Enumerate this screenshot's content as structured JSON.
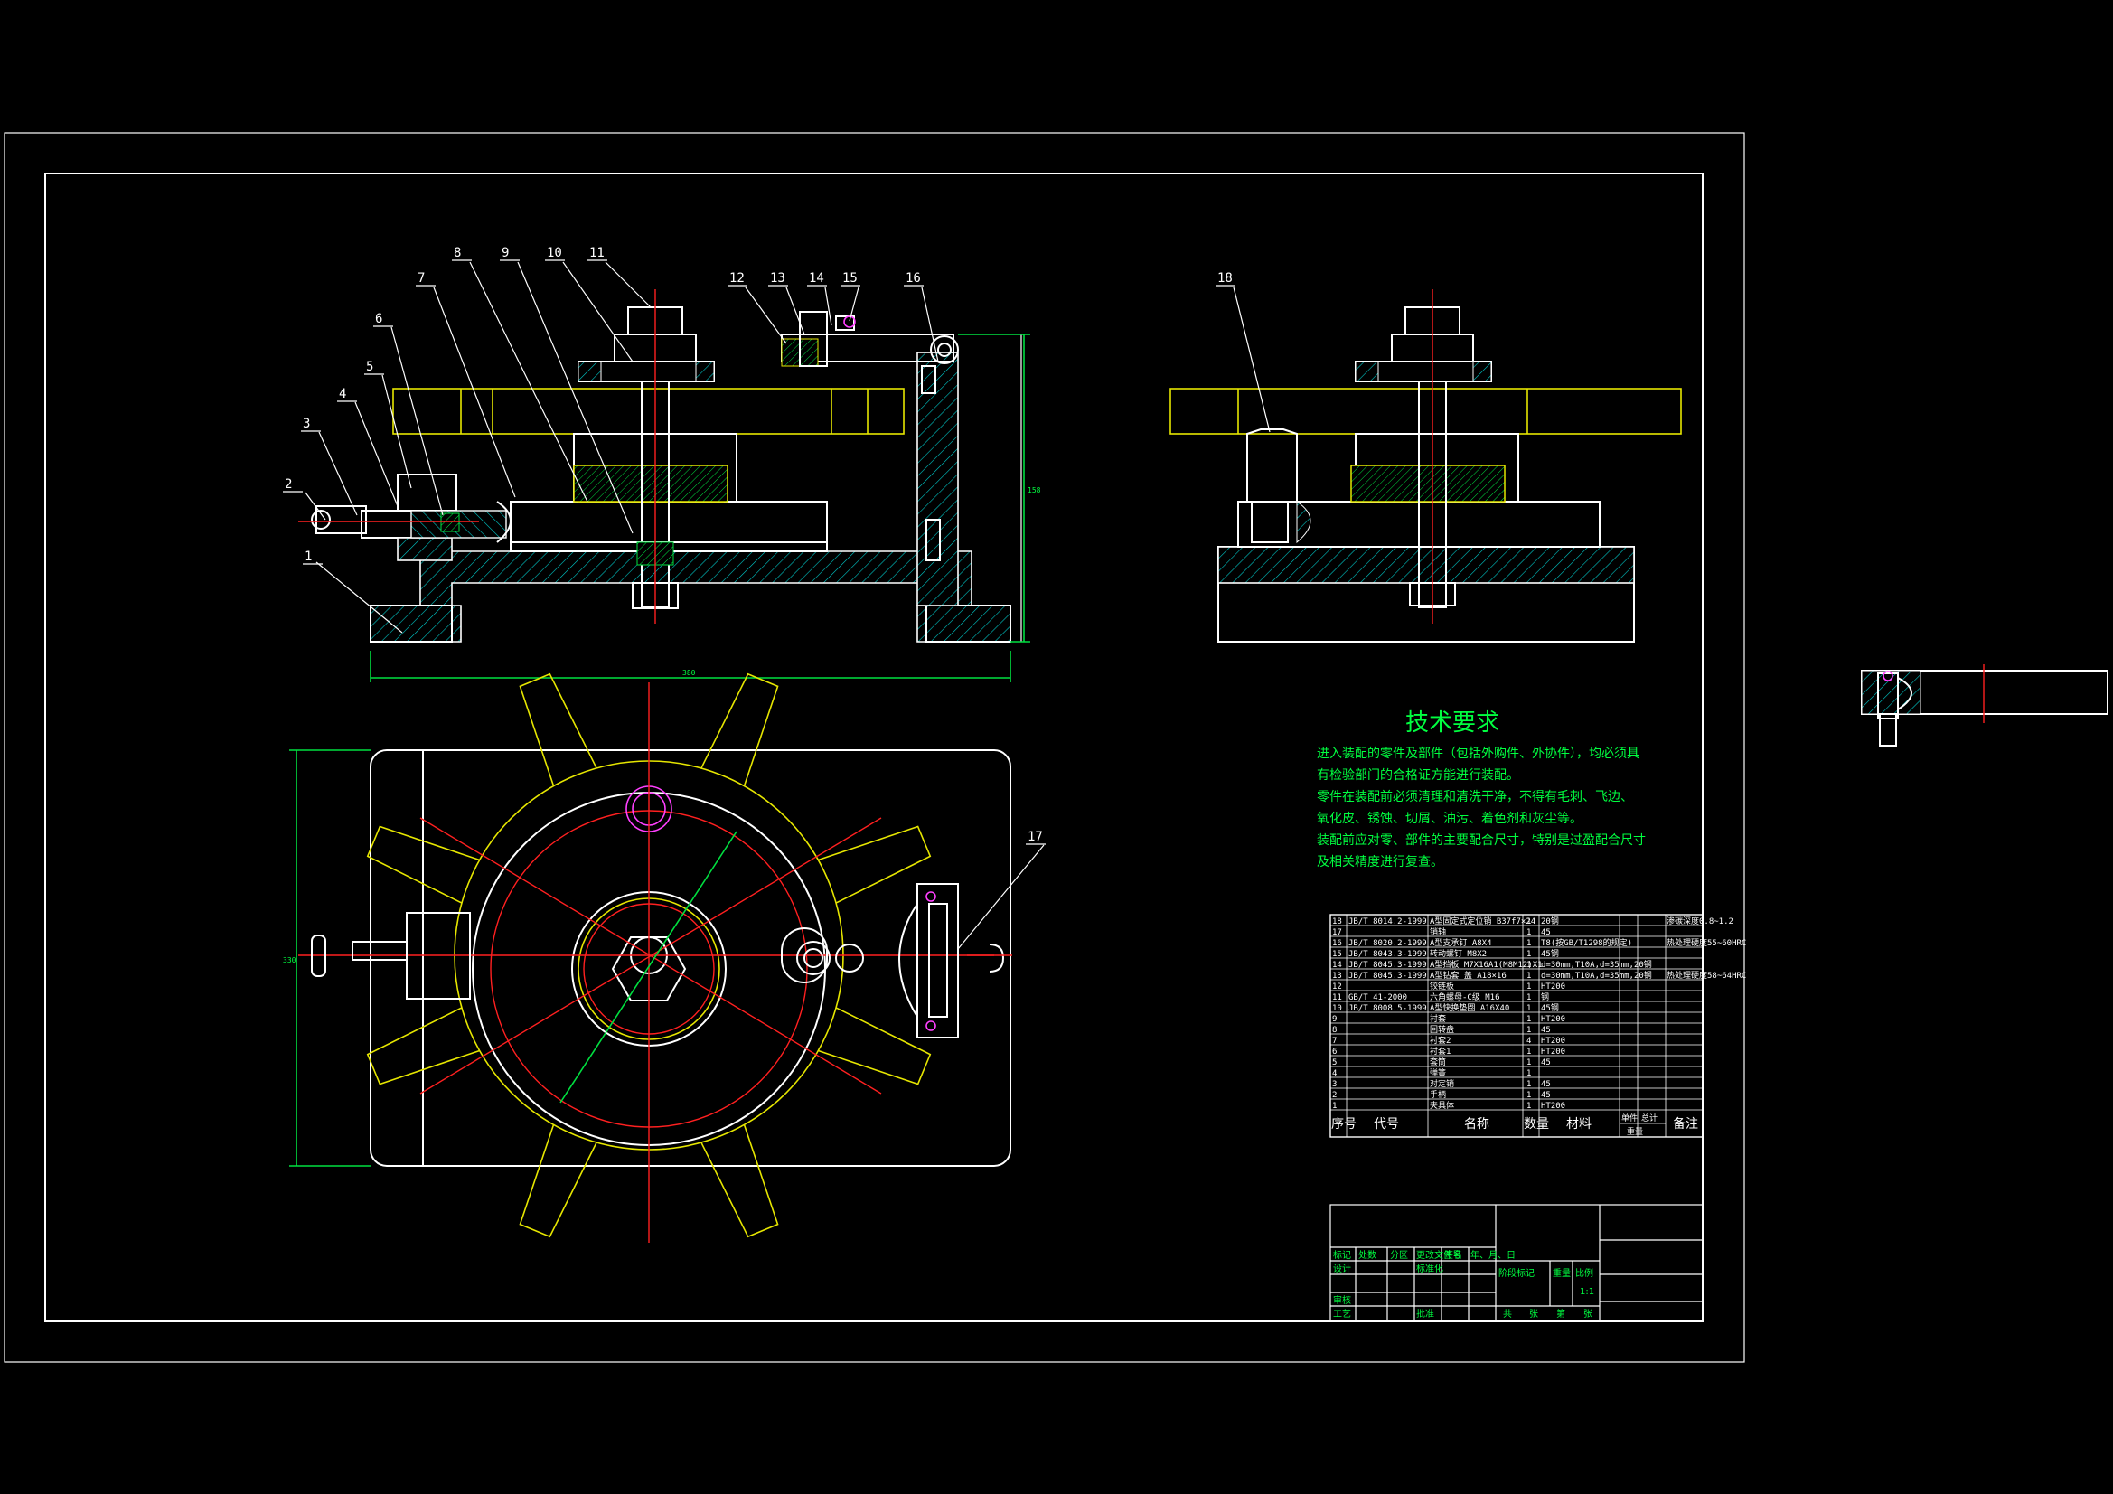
{
  "colors": {
    "background": "#000000",
    "outline": "#ffffff",
    "centerline": "#ff2020",
    "hidden": "#e6e600",
    "hatch": "#00c8c8",
    "text_green": "#00ff40",
    "accent_magenta": "#ff40ff"
  },
  "balloons": [
    "1",
    "2",
    "3",
    "4",
    "5",
    "6",
    "7",
    "8",
    "9",
    "10",
    "11",
    "12",
    "13",
    "14",
    "15",
    "16",
    "17",
    "18"
  ],
  "dimensions": {
    "height": "158",
    "width": "380",
    "plan_height": "330"
  },
  "tech": {
    "title": "技术要求",
    "lines": [
      "进入装配的零件及部件（包括外购件、外协件），均必须具",
      "有检验部门的合格证方能进行装配。",
      "零件在装配前必须清理和清洗干净，不得有毛刺、飞边、",
      "氧化皮、锈蚀、切屑、油污、着色剂和灰尘等。",
      "装配前应对零、部件的主要配合尺寸，特别是过盈配合尺寸",
      "及相关精度进行复查。"
    ]
  },
  "bom": {
    "headers": {
      "no": "序号",
      "code": "代号",
      "name": "名称",
      "qty": "数量",
      "material": "材料",
      "unit_weight": "单件",
      "total_weight": "总计",
      "weight": "重量",
      "remark": "备注"
    },
    "rows": [
      {
        "no": "18",
        "code": "JB/T 8014.2-1999",
        "name": "A型固定式定位销 B37f7×24",
        "qty": "1",
        "material": "20钢",
        "remark": "渗碳深度0.8~1.2"
      },
      {
        "no": "17",
        "code": "",
        "name": "销轴",
        "qty": "1",
        "material": "45",
        "remark": ""
      },
      {
        "no": "16",
        "code": "JB/T 8020.2-1999",
        "name": "A型支承钉 A8X4",
        "qty": "1",
        "material": "T8(按GB/T1298的规定)",
        "remark": "热处理硬度55~60HRC"
      },
      {
        "no": "15",
        "code": "JB/T 8043.3-1999",
        "name": "转动螺钉 M8X2",
        "qty": "1",
        "material": "45钢",
        "remark": ""
      },
      {
        "no": "14",
        "code": "JB/T 8045.3-1999",
        "name": "A型挡板 M7X16A1(M8M12)X1",
        "qty": "1",
        "material": "d=30mm,T10A,d=35mm,20钢",
        "remark": ""
      },
      {
        "no": "13",
        "code": "JB/T 8045.3-1999",
        "name": "A型钻套 盖 A18×16",
        "qty": "1",
        "material": "d=30mm,T10A,d=35mm,20钢",
        "remark": "热处理硬度58~64HRC"
      },
      {
        "no": "12",
        "code": "",
        "name": "铰链板",
        "qty": "1",
        "material": "HT200",
        "remark": ""
      },
      {
        "no": "11",
        "code": "GB/T 41-2000",
        "name": "六角螺母-C级 M16",
        "qty": "1",
        "material": "钢",
        "remark": ""
      },
      {
        "no": "10",
        "code": "JB/T 8008.5-1999",
        "name": "A型快换垫圈 A16X40",
        "qty": "1",
        "material": "45钢",
        "remark": ""
      },
      {
        "no": "9",
        "code": "",
        "name": "衬套",
        "qty": "1",
        "material": "HT200",
        "remark": ""
      },
      {
        "no": "8",
        "code": "",
        "name": "回转盘",
        "qty": "1",
        "material": "45",
        "remark": ""
      },
      {
        "no": "7",
        "code": "",
        "name": "衬套2",
        "qty": "4",
        "material": "HT200",
        "remark": ""
      },
      {
        "no": "6",
        "code": "",
        "name": "衬套1",
        "qty": "1",
        "material": "HT200",
        "remark": ""
      },
      {
        "no": "5",
        "code": "",
        "name": "套筒",
        "qty": "1",
        "material": "45",
        "remark": ""
      },
      {
        "no": "4",
        "code": "",
        "name": "弹簧",
        "qty": "1",
        "material": "",
        "remark": ""
      },
      {
        "no": "3",
        "code": "",
        "name": "对定销",
        "qty": "1",
        "material": "45",
        "remark": ""
      },
      {
        "no": "2",
        "code": "",
        "name": "手柄",
        "qty": "1",
        "material": "45",
        "remark": ""
      },
      {
        "no": "1",
        "code": "",
        "name": "夹具体",
        "qty": "1",
        "material": "HT200",
        "remark": ""
      }
    ]
  },
  "title_block": {
    "row1": [
      "标记",
      "处数",
      "分区",
      "更改文件号",
      "签名",
      "年、月、日"
    ],
    "design": "设计",
    "standard": "标准化",
    "stage": "阶段标记",
    "weight": "重量",
    "scale_label": "比例",
    "scale": "1:1",
    "review": "审核",
    "process": "工艺",
    "approve": "批准",
    "sheets": [
      "共",
      "张",
      "第",
      "张"
    ]
  }
}
